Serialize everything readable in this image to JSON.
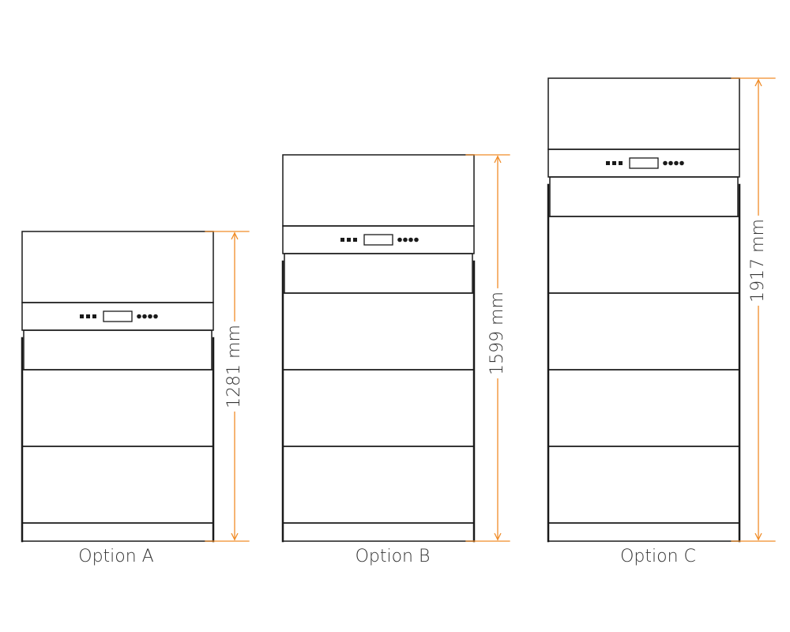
{
  "colors": {
    "outline": "#1a1a1a",
    "dimension": "#f08c28",
    "text": "#333333",
    "background": "#ffffff"
  },
  "options": [
    {
      "label": "Option A",
      "height_mm": 1281,
      "height_text": "1281 mm",
      "battery_modules": 2
    },
    {
      "label": "Option B",
      "height_mm": 1599,
      "height_text": "1599 mm",
      "battery_modules": 3
    },
    {
      "label": "Option C",
      "height_mm": 1917,
      "height_text": "1917 mm",
      "battery_modules": 4
    }
  ]
}
